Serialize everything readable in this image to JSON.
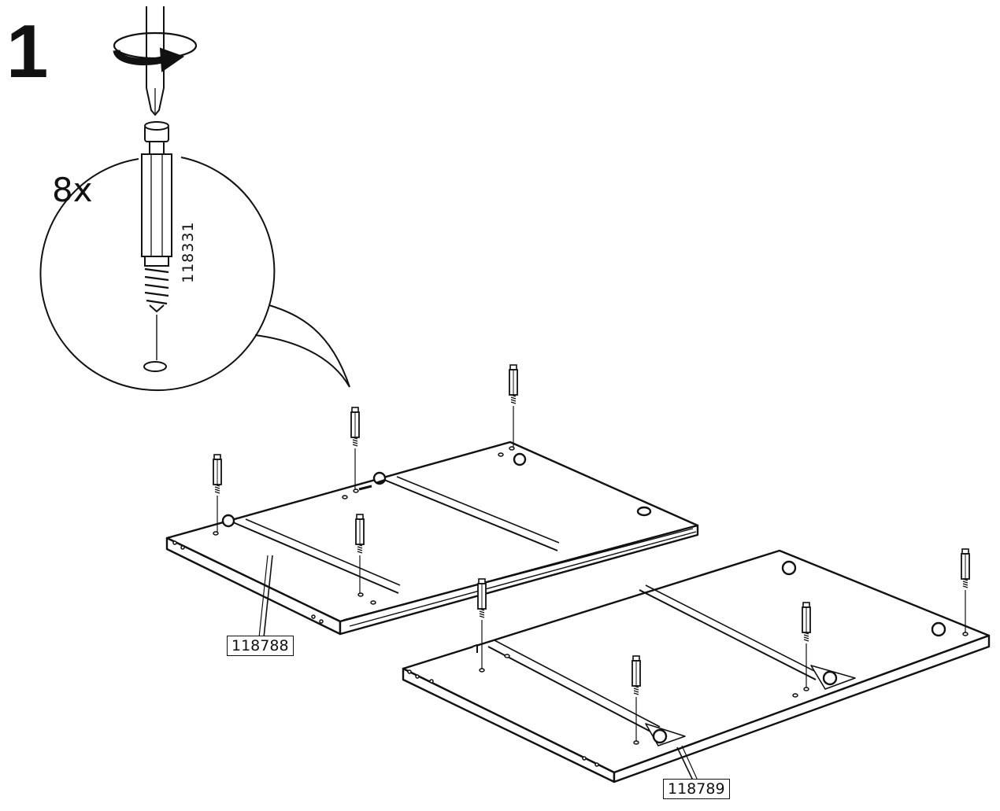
{
  "step": {
    "number": "1",
    "quantity": "8x",
    "detail_part_number": "118331"
  },
  "panels": [
    {
      "part_number": "118788"
    },
    {
      "part_number": "118789"
    }
  ],
  "icons": {
    "screwdriver": "screwdriver-icon",
    "rotation": "clockwise-rotation-arrow-icon",
    "dowel": "cam-dowel-screw-icon"
  },
  "colors": {
    "line": "#111111",
    "background": "#ffffff"
  }
}
